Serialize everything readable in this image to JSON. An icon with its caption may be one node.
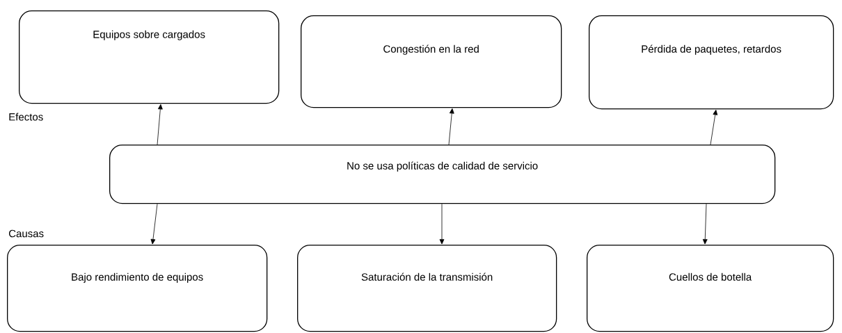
{
  "diagram": {
    "nodes": [
      {
        "text": [
          "Equipos sobre cargados"
        ]
      },
      {
        "text": [
          "Congestión en la red"
        ]
      },
      {
        "text": [
          "Pérdida de paquetes, retardos"
        ]
      },
      {
        "text": [
          "No se usa políticas de calidad de servicio"
        ]
      },
      {
        "text": [
          "Bajo rendimiento de equipos"
        ]
      },
      {
        "text": [
          "Saturación de la transmisión"
        ]
      },
      {
        "text": [
          "Cuellos de botella"
        ]
      }
    ],
    "edges": [
      {
        "from": 3,
        "to": 0,
        "arrow": "to"
      },
      {
        "from": 3,
        "to": 1,
        "arrow": "to"
      },
      {
        "from": 3,
        "to": 2,
        "arrow": "to"
      },
      {
        "from": 3,
        "to": 4,
        "arrow": "to"
      },
      {
        "from": 3,
        "to": 5,
        "arrow": "to"
      },
      {
        "from": 3,
        "to": 6,
        "arrow": "to"
      }
    ],
    "labels": [
      "Efectos",
      "Causas"
    ]
  }
}
